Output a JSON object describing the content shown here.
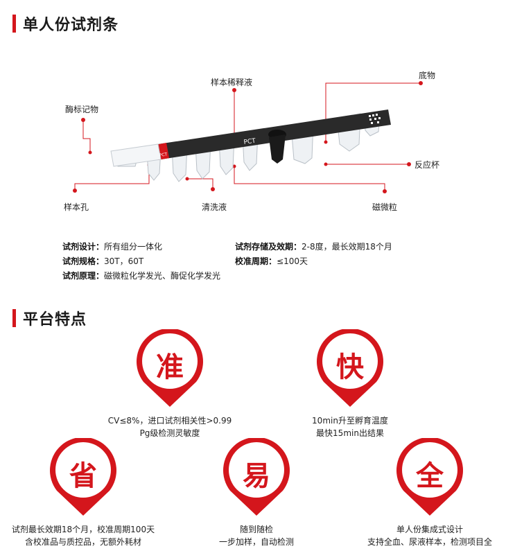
{
  "section1": {
    "title": "单人份试剂条"
  },
  "diagram": {
    "callouts": {
      "enzyme_label": "酶标记物",
      "sample_diluent": "样本稀释液",
      "substrate": "底物",
      "reaction_cup": "反应杯",
      "sample_hole": "样本孔",
      "wash_liquid": "清洗液",
      "magnetic_beads": "磁微粒"
    },
    "strip_texts": {
      "left_tag": "PCT",
      "main_label": "PCT"
    }
  },
  "specs": {
    "design": {
      "key": "试剂设计：",
      "value": "所有组分一体化"
    },
    "spec": {
      "key": "试剂规格：",
      "value": "30T，60T"
    },
    "principle": {
      "key": "试剂原理：",
      "value": "磁微粒化学发光、酶促化学发光"
    },
    "storage": {
      "key": "试剂存储及效期：",
      "value": "2-8度，最长效期18个月"
    },
    "calibration": {
      "key": "校准周期：",
      "value": "≤100天"
    }
  },
  "section2": {
    "title": "平台特点"
  },
  "features": [
    {
      "char": "准",
      "lines": [
        "CV≤8%，进口试剂相关性>0.99",
        "Pg级检测灵敏度"
      ]
    },
    {
      "char": "快",
      "lines": [
        "10min升至孵育温度",
        "最快15min出结果"
      ]
    },
    {
      "char": "省",
      "lines": [
        "试剂最长效期18个月，校准周期100天",
        "含校准品与质控品，无额外耗材"
      ]
    },
    {
      "char": "易",
      "lines": [
        "随到随检",
        "一步加样，自动检测"
      ]
    },
    {
      "char": "全",
      "lines": [
        "单人份集成式设计",
        "支持全血、尿液样本，检测项目全"
      ]
    }
  ],
  "colors": {
    "accent": "#d4161c",
    "strip_dark": "#2a2a2a"
  }
}
